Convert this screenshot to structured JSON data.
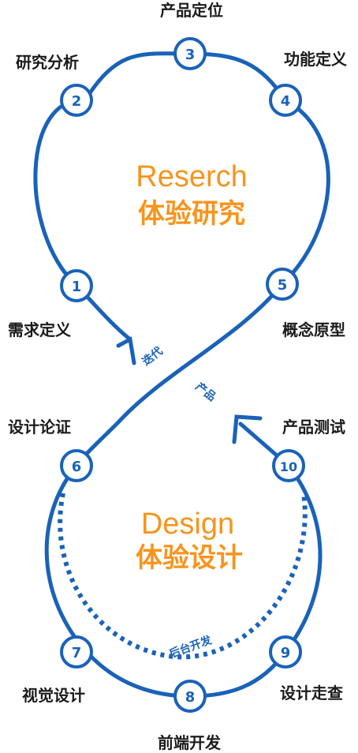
{
  "top_section": {
    "title_en": "Reserch",
    "title_cn": "体验研究"
  },
  "bottom_section": {
    "title_en": "Design",
    "title_cn": "体验设计"
  },
  "steps": [
    {
      "number": "1",
      "label": "需求定义"
    },
    {
      "number": "2",
      "label": "研究分析"
    },
    {
      "number": "3",
      "label": "产品定位"
    },
    {
      "number": "4",
      "label": "功能定义"
    },
    {
      "number": "5",
      "label": "概念原型"
    },
    {
      "number": "6",
      "label": "设计论证"
    },
    {
      "number": "7",
      "label": "视觉设计"
    },
    {
      "number": "8",
      "label": "前端开发"
    },
    {
      "number": "9",
      "label": "设计走查"
    },
    {
      "number": "10",
      "label": "产品测试"
    }
  ],
  "path_labels": {
    "iterate": "迭代",
    "product": "产品",
    "backend": "后台开发"
  },
  "colors": {
    "line": "#1a62b9",
    "accent": "#f7941d",
    "text": "#1b1b1b"
  }
}
